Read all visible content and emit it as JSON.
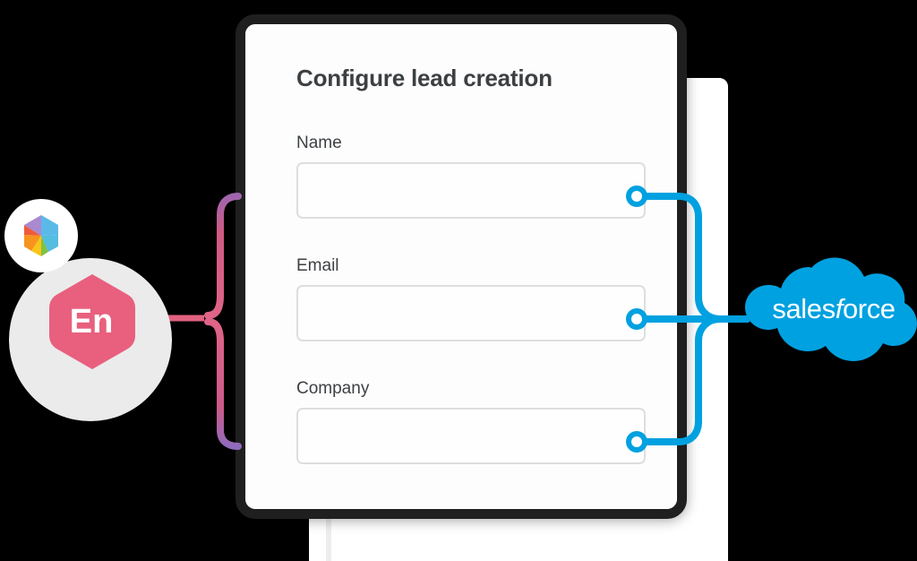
{
  "card": {
    "title": "Configure lead creation",
    "fields": [
      {
        "label": "Name",
        "value": "",
        "placeholder": ""
      },
      {
        "label": "Email",
        "value": "",
        "placeholder": ""
      },
      {
        "label": "Company",
        "value": "",
        "placeholder": ""
      }
    ]
  },
  "source": {
    "name": "En",
    "badge_icon": "colored-hexagon-icon",
    "hex_color": "#e8607e",
    "circle_color": "#ebebeb"
  },
  "target": {
    "name": "salesforce",
    "name_part_1": "sales",
    "name_part_2": "f",
    "name_part_3": "orce",
    "icon": "salesforce-cloud-icon",
    "cloud_color": "#00a1e0"
  },
  "connectors": {
    "wire_color_blue": "#00a1e0",
    "wire_color_pink": "#d4587e",
    "port_count": 3,
    "ports": [
      "name-port",
      "email-port",
      "company-port"
    ]
  },
  "theme": {
    "card_border": "#1f1f1f",
    "card_bg": "#ffffff",
    "label_color": "#3d4043",
    "input_border": "#dddede"
  }
}
